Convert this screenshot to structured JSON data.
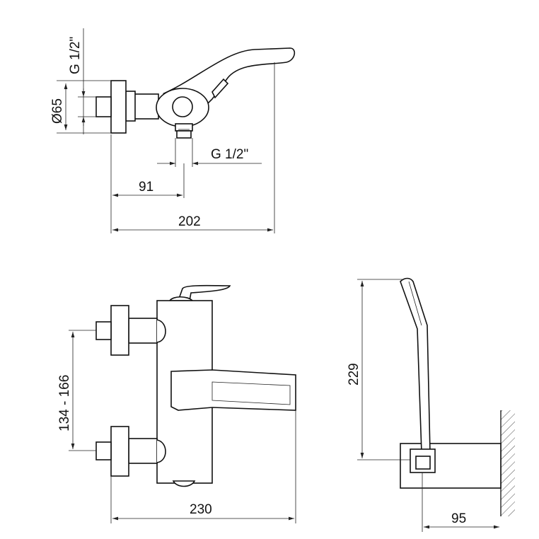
{
  "dimensions": {
    "thread_top_vertical": "G 1/2\"",
    "flange_diameter": "Ø65",
    "thread_outlet": "G 1/2\"",
    "outlet_offset": "91",
    "total_depth": "202",
    "inlet_spacing": "134 - 166",
    "total_width": "230",
    "handshower_height": "229",
    "holder_depth": "95"
  }
}
